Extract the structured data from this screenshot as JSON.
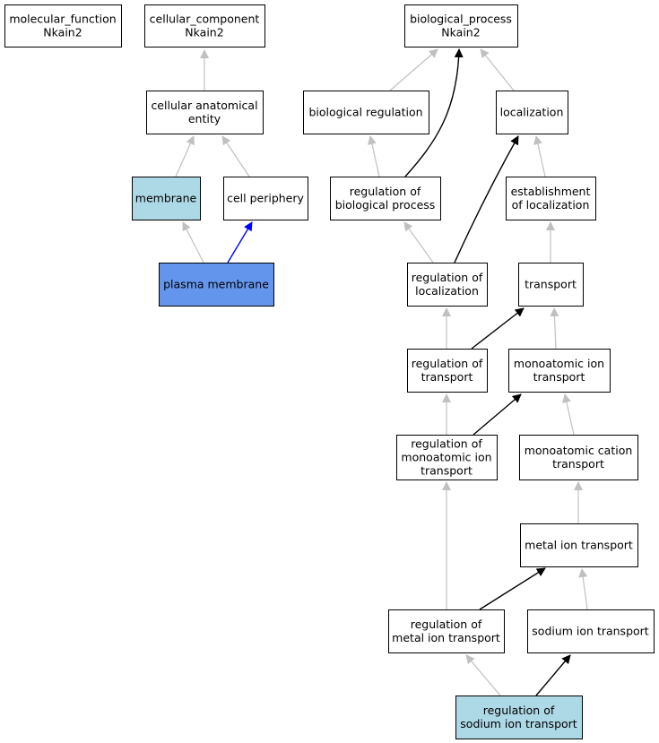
{
  "colors": {
    "default_fill": "#ffffff",
    "highlight_light": "#add8e6",
    "highlight_strong": "#6495ed",
    "edge_gray": "#c0c0c0",
    "edge_black": "#000000",
    "edge_blue": "#0000ff"
  },
  "nodes": [
    {
      "id": "mf",
      "lines": [
        "molecular_function",
        "Nkain2"
      ],
      "fill": "default"
    },
    {
      "id": "cc",
      "lines": [
        "cellular_component",
        "Nkain2"
      ],
      "fill": "default"
    },
    {
      "id": "bp",
      "lines": [
        "biological_process",
        "Nkain2"
      ],
      "fill": "default"
    },
    {
      "id": "cae",
      "lines": [
        "cellular anatomical",
        "entity"
      ],
      "fill": "default"
    },
    {
      "id": "biolreg",
      "lines": [
        "biological regulation"
      ],
      "fill": "default"
    },
    {
      "id": "loc",
      "lines": [
        "localization"
      ],
      "fill": "default"
    },
    {
      "id": "membrane",
      "lines": [
        "membrane"
      ],
      "fill": "highlight_light"
    },
    {
      "id": "cellper",
      "lines": [
        "cell periphery"
      ],
      "fill": "default"
    },
    {
      "id": "regbp",
      "lines": [
        "regulation of",
        "biological process"
      ],
      "fill": "default"
    },
    {
      "id": "estloc",
      "lines": [
        "establishment",
        "of localization"
      ],
      "fill": "default"
    },
    {
      "id": "plasma",
      "lines": [
        "plasma membrane"
      ],
      "fill": "highlight_strong"
    },
    {
      "id": "regloc",
      "lines": [
        "regulation of",
        "localization"
      ],
      "fill": "default"
    },
    {
      "id": "transport",
      "lines": [
        "transport"
      ],
      "fill": "default"
    },
    {
      "id": "regtrans",
      "lines": [
        "regulation of",
        "transport"
      ],
      "fill": "default"
    },
    {
      "id": "monoion",
      "lines": [
        "monoatomic ion",
        "transport"
      ],
      "fill": "default"
    },
    {
      "id": "regmonoion",
      "lines": [
        "regulation of",
        "monoatomic ion",
        "transport"
      ],
      "fill": "default"
    },
    {
      "id": "monocation",
      "lines": [
        "monoatomic cation",
        "transport"
      ],
      "fill": "default"
    },
    {
      "id": "metalion",
      "lines": [
        "metal ion transport"
      ],
      "fill": "default"
    },
    {
      "id": "regmetal",
      "lines": [
        "regulation of",
        "metal ion transport"
      ],
      "fill": "default"
    },
    {
      "id": "sodium",
      "lines": [
        "sodium ion transport"
      ],
      "fill": "default"
    },
    {
      "id": "regsodium",
      "lines": [
        "regulation of",
        "sodium ion transport"
      ],
      "fill": "highlight_light"
    }
  ],
  "edges": [
    {
      "from": "cae",
      "to": "cc",
      "kind": "gray"
    },
    {
      "from": "membrane",
      "to": "cae",
      "kind": "gray"
    },
    {
      "from": "cellper",
      "to": "cae",
      "kind": "gray"
    },
    {
      "from": "plasma",
      "to": "membrane",
      "kind": "gray"
    },
    {
      "from": "plasma",
      "to": "cellper",
      "kind": "blue"
    },
    {
      "from": "biolreg",
      "to": "bp",
      "kind": "gray"
    },
    {
      "from": "loc",
      "to": "bp",
      "kind": "gray"
    },
    {
      "from": "regbp",
      "to": "bp",
      "kind": "black"
    },
    {
      "from": "regbp",
      "to": "biolreg",
      "kind": "gray"
    },
    {
      "from": "estloc",
      "to": "loc",
      "kind": "gray"
    },
    {
      "from": "regloc",
      "to": "regbp",
      "kind": "gray"
    },
    {
      "from": "regloc",
      "to": "loc",
      "kind": "black"
    },
    {
      "from": "transport",
      "to": "estloc",
      "kind": "gray"
    },
    {
      "from": "regtrans",
      "to": "regloc",
      "kind": "gray"
    },
    {
      "from": "regtrans",
      "to": "transport",
      "kind": "black"
    },
    {
      "from": "monoion",
      "to": "transport",
      "kind": "gray"
    },
    {
      "from": "regmonoion",
      "to": "regtrans",
      "kind": "gray"
    },
    {
      "from": "regmonoion",
      "to": "monoion",
      "kind": "black"
    },
    {
      "from": "monocation",
      "to": "monoion",
      "kind": "gray"
    },
    {
      "from": "metalion",
      "to": "monocation",
      "kind": "gray"
    },
    {
      "from": "regmetal",
      "to": "regmonoion",
      "kind": "gray"
    },
    {
      "from": "regmetal",
      "to": "metalion",
      "kind": "black"
    },
    {
      "from": "sodium",
      "to": "metalion",
      "kind": "gray"
    },
    {
      "from": "regsodium",
      "to": "regmetal",
      "kind": "gray"
    },
    {
      "from": "regsodium",
      "to": "sodium",
      "kind": "black"
    }
  ]
}
